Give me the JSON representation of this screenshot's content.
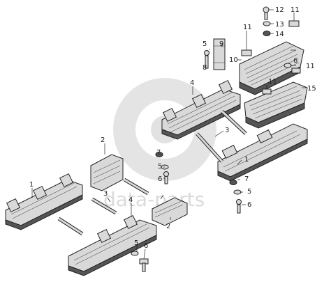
{
  "watermark": {
    "text": "data-parts"
  },
  "callouts": [
    "12",
    "11",
    "13",
    "14",
    "5",
    "9",
    "11",
    "10",
    "8",
    "6",
    "11",
    "4",
    "15",
    "11",
    "2",
    "3",
    "7",
    "1",
    "5",
    "6",
    "1",
    "3",
    "4",
    "7",
    "5",
    "2",
    "6",
    "5",
    "6"
  ]
}
